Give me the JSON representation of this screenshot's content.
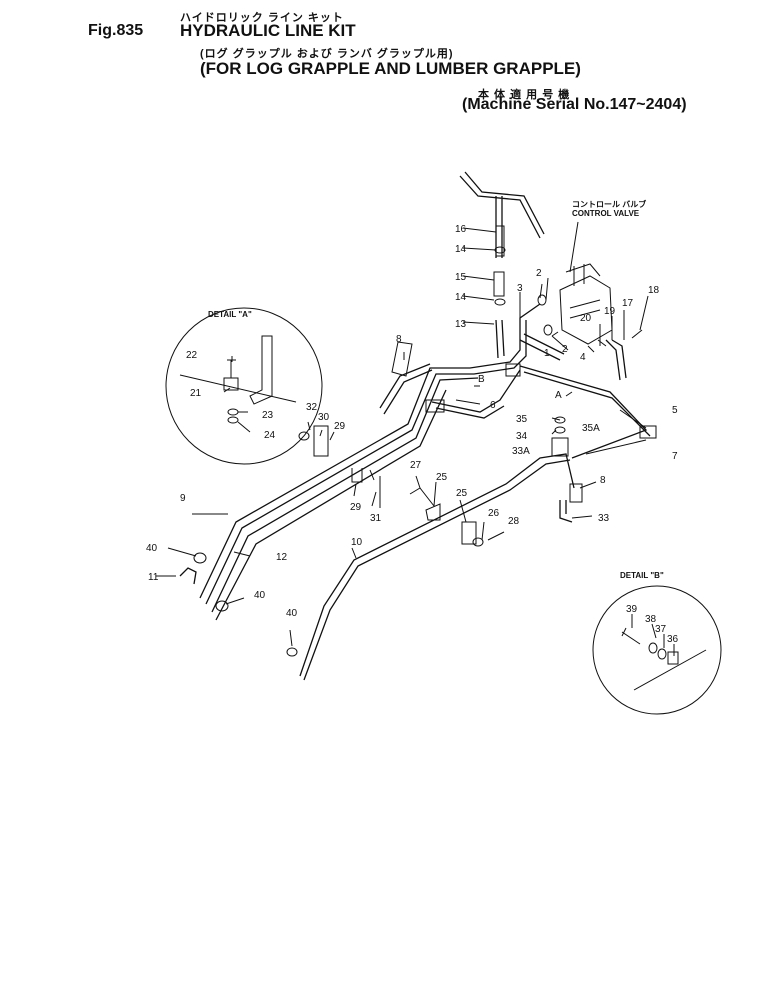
{
  "header": {
    "fig_label": "Fig.835",
    "title_jp": "ハイドロリック ライン キット",
    "title_en": "HYDRAULIC LINE KIT",
    "subtitle_jp": "(ログ グラップル および ランバ グラップル用)",
    "subtitle_en": "(FOR LOG GRAPPLE AND LUMBER GRAPPLE)",
    "serial_jp": "本 体 適 用 号 機",
    "serial_en": "(Machine Serial No.147~2404)"
  },
  "callouts": {
    "control_valve_jp": "コントロール バルブ",
    "control_valve_en": "CONTROL VALVE",
    "detail_a": "DETAIL \"A\"",
    "detail_b": "DETAIL \"B\"",
    "arrow_a": "A",
    "arrow_b": "B"
  },
  "part_numbers": [
    "1",
    "2",
    "3",
    "4",
    "5",
    "6",
    "7",
    "8",
    "9",
    "10",
    "11",
    "12",
    "13",
    "14",
    "15",
    "16",
    "17",
    "18",
    "19",
    "20",
    "21",
    "22",
    "23",
    "24",
    "25",
    "26",
    "27",
    "28",
    "29",
    "30",
    "31",
    "32",
    "33",
    "33A",
    "34",
    "35",
    "35A",
    "36",
    "37",
    "38",
    "39",
    "40"
  ]
}
